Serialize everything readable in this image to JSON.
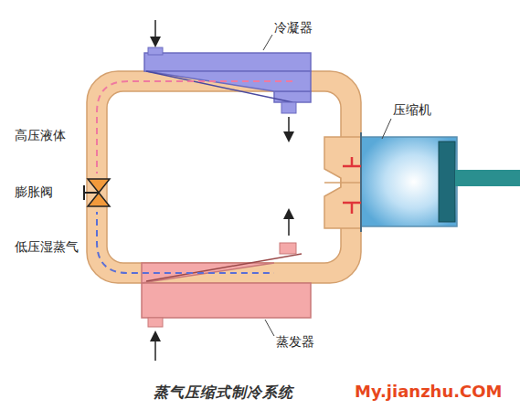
{
  "diagram": {
    "caption": "蒸气压缩式制冷系统",
    "labels": [
      "冷凝器",
      "高压液体",
      "膨胀阀",
      "低压湿蒸气",
      "压缩机",
      "蒸发器",
      "My.jianzhu.COM"
    ]
  }
}
